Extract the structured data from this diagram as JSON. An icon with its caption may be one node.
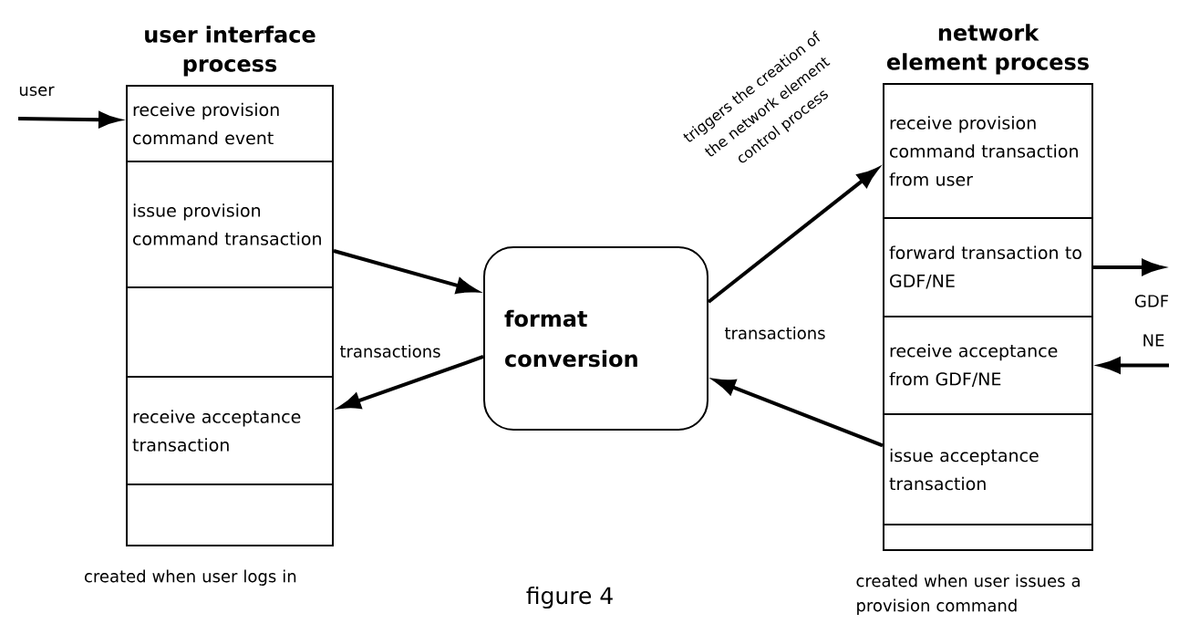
{
  "diagram": {
    "caption": "figure 4",
    "nodes": [
      {
        "text": [
          "user interface process"
        ],
        "beside": [
          "created when user logs in"
        ]
      },
      {
        "text": [
          "receive provision command event"
        ],
        "in": 0
      },
      {
        "text": [
          "issue provision command transaction"
        ],
        "in": 0
      },
      {
        "text": [],
        "shape": "box",
        "in": 0
      },
      {
        "text": [
          "receive acceptance transaction"
        ],
        "in": 0
      },
      {
        "text": [],
        "shape": "box",
        "in": 0
      },
      {
        "text": [
          "format conversion"
        ]
      },
      {
        "text": [
          "network element process"
        ],
        "beside": [
          "created when user issues a provision command"
        ]
      },
      {
        "text": [
          "receive provision command transaction from user"
        ],
        "in": 7
      },
      {
        "text": [
          "forward transaction to GDF/NE"
        ],
        "in": 7
      },
      {
        "text": [
          "receive acceptance from GDF/NE"
        ],
        "in": 7
      },
      {
        "text": [
          "issue acceptance transaction"
        ],
        "in": 7
      },
      {
        "text": [],
        "shape": "box",
        "in": 7
      }
    ],
    "edges": [
      {
        "from": null,
        "to": 1,
        "arrow": "to",
        "label": "user"
      },
      {
        "from": 2,
        "to": 6,
        "arrow": "to"
      },
      {
        "from": 6,
        "to": 4,
        "arrow": "to"
      },
      {
        "from": 6,
        "to": 8,
        "arrow": "to",
        "label": "triggers the creation of the network element control process"
      },
      {
        "from": 11,
        "to": 6,
        "arrow": "to"
      },
      {
        "from": 9,
        "to": null,
        "arrow": "to",
        "label": "GDF"
      },
      {
        "from": null,
        "to": 10,
        "arrow": "to",
        "label": "NE"
      }
    ],
    "labels": [
      "transactions",
      "transactions"
    ]
  }
}
